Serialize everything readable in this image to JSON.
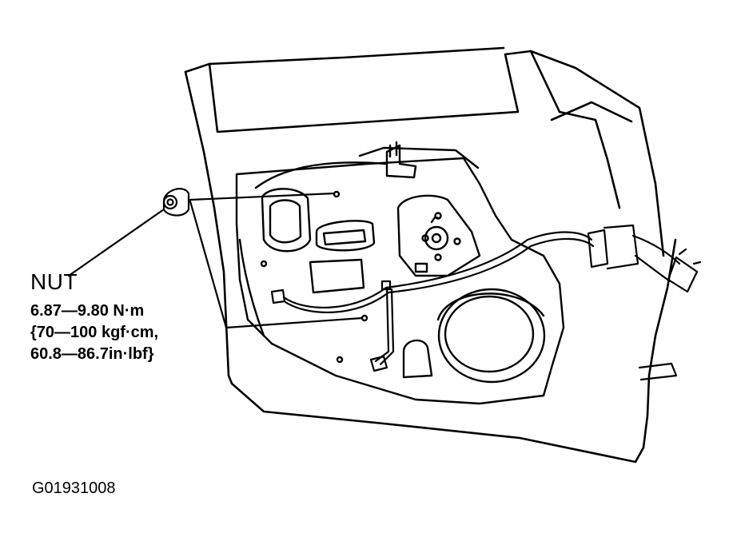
{
  "callout": {
    "part_name": "NUT",
    "torque_lines": [
      "6.87—9.80  N·m",
      "{70—100 kgf·cm,",
      "60.8—86.7in·lbf}"
    ]
  },
  "figure_id": "G01931008",
  "colors": {
    "line": "#000000",
    "background": "#ffffff"
  }
}
